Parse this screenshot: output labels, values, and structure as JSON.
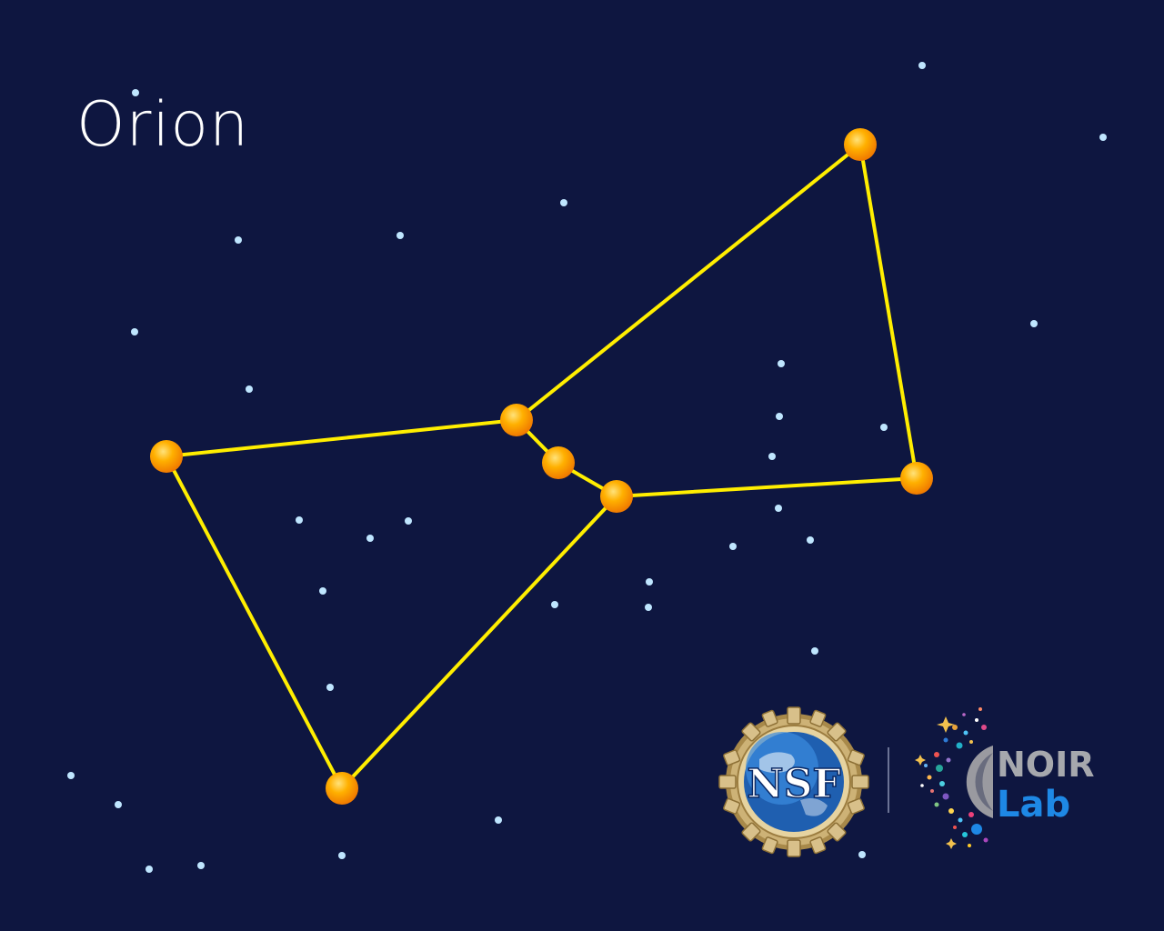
{
  "title": "Orion",
  "colors": {
    "background": "#0e1640",
    "line": "#ffee00",
    "star_core": "#ffb000",
    "star_edge": "#f07a00",
    "small_star": "#bfe6ff"
  },
  "logos": {
    "nsf_text": "NSF",
    "noir_top": "NOIR",
    "noir_bottom": "Lab"
  }
}
